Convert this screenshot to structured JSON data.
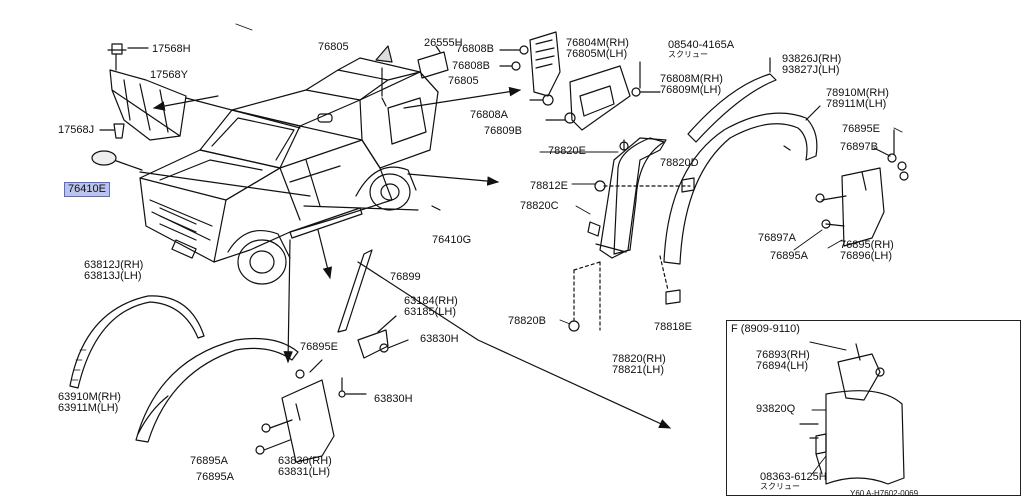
{
  "labels": {
    "p17568H": "17568H",
    "p17568Y": "17568Y",
    "p17568J": "17568J",
    "p76410E": "76410E",
    "p76805_a": "76805",
    "p26555H": "26555H",
    "p76805_b": "76805",
    "p76808B_a": "76808B",
    "p76808B_b": "76808B",
    "p76804M": "76804M(RH)",
    "p76805M": "76805M(LH)",
    "p08540": "08540-4165A",
    "p08540_sub": "スクリュー",
    "p76808M": "76808M(RH)",
    "p76809M": "76809M(LH)",
    "p76808A": "76808A",
    "p76809B": "76809B",
    "p93826J": "93826J(RH)",
    "p93827J": "93827J(LH)",
    "p78910M": "78910M(RH)",
    "p78911M": "78911M(LH)",
    "p78820E": "78820E",
    "p78820D": "78820D",
    "p76895E_r": "76895E",
    "p76897B": "76897B",
    "p78812E": "78812E",
    "p78820C": "78820C",
    "p76410G": "76410G",
    "p76897A": "76897A",
    "p76895A_r": "76895A",
    "p76895RH": "76895(RH)",
    "p76896LH": "76896(LH)",
    "p63812J": "63812J(RH)",
    "p63813J": "63813J(LH)",
    "p76899": "76899",
    "p63184": "63184(RH)",
    "p63185": "63185(LH)",
    "p63830H_a": "63830H",
    "p78820B": "78820B",
    "p78818E": "78818E",
    "p76895E_l": "76895E",
    "p78820RH": "78820(RH)",
    "p78821LH": "78821(LH)",
    "p63910M": "63910M(RH)",
    "p63911M": "63911M(LH)",
    "p63830H_b": "63830H",
    "p76895A_l1": "76895A",
    "p76895A_l2": "76895A",
    "p63830RH": "63830(RH)",
    "p63831LH": "63831(LH)"
  },
  "inset": {
    "title": "F (8909-9110)",
    "p76893": "76893(RH)",
    "p76894": "76894(LH)",
    "p93820Q": "93820Q",
    "p08363": "08363-6125H",
    "p08363_sub": "スクリュー"
  },
  "footer": "Y60 A-H7602-0069",
  "colors": {
    "highlight": "#b9c3ee",
    "highlight_border": "#5a6ac8",
    "ink": "#111111"
  }
}
